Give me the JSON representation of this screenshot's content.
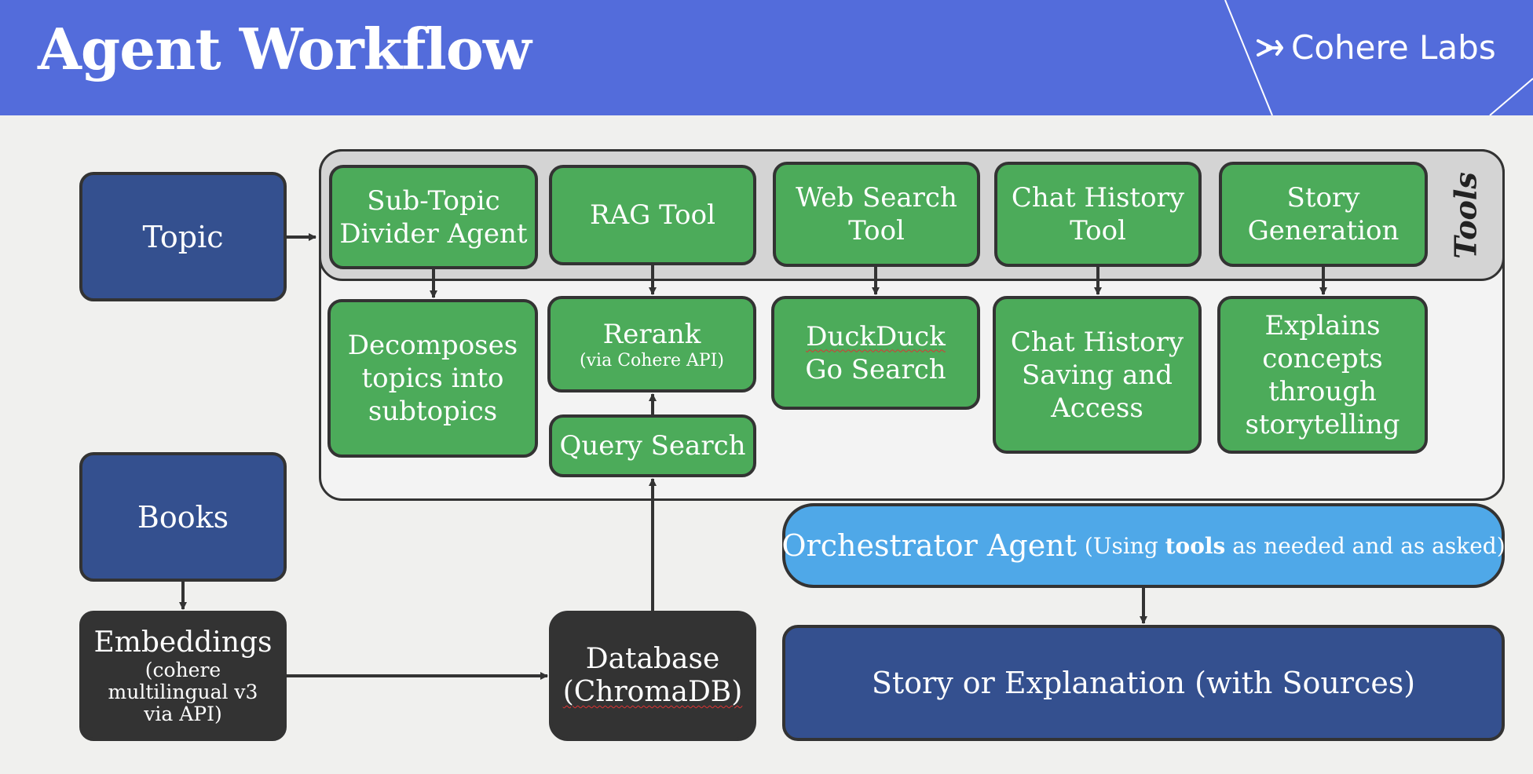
{
  "header": {
    "title": "Agent Workflow",
    "brand": "Cohere Labs",
    "brand_icon": "cohere-mark-icon",
    "colors": {
      "background": "#536cdb",
      "text": "#ffffff"
    }
  },
  "nodes": {
    "topic": "Topic",
    "books": "Books",
    "embeddings": {
      "title": "Embeddings",
      "detail": [
        "(cohere",
        "multilingual v3",
        "via API)"
      ]
    },
    "database": {
      "line1": "Database",
      "line2": "(ChromaDB)"
    },
    "orchestrator": {
      "main": "Orchestrator Agent",
      "note_before": "(Using ",
      "note_bold": "tools",
      "note_after": " as needed and as asked)"
    },
    "output": "Story or Explanation (with Sources)"
  },
  "tools": {
    "label": "Tools",
    "items": [
      {
        "name": [
          "Sub-Topic",
          "Divider Agent"
        ],
        "detail": [
          "Decomposes",
          "topics into",
          "subtopics"
        ]
      },
      {
        "name": [
          "RAG Tool"
        ],
        "detail": {
          "title": "Rerank",
          "sub": "(via Cohere API)",
          "step2": "Query Search"
        }
      },
      {
        "name": [
          "Web Search",
          "Tool"
        ],
        "detail": [
          "DuckDuck",
          "Go Search"
        ]
      },
      {
        "name": [
          "Chat History",
          "Tool"
        ],
        "detail": [
          "Chat History",
          "Saving and",
          "Access"
        ]
      },
      {
        "name": [
          "Story",
          "Generation"
        ],
        "detail": [
          "Explains",
          "concepts",
          "through",
          "storytelling"
        ]
      }
    ]
  },
  "colors": {
    "tool_green": "#4cab5a",
    "navy": "#34508f",
    "dark": "#333333",
    "orchestrator_blue": "#4fa8e8",
    "tools_row_grey": "#d4d4d4",
    "tools_panel": "#f3f3f3"
  }
}
